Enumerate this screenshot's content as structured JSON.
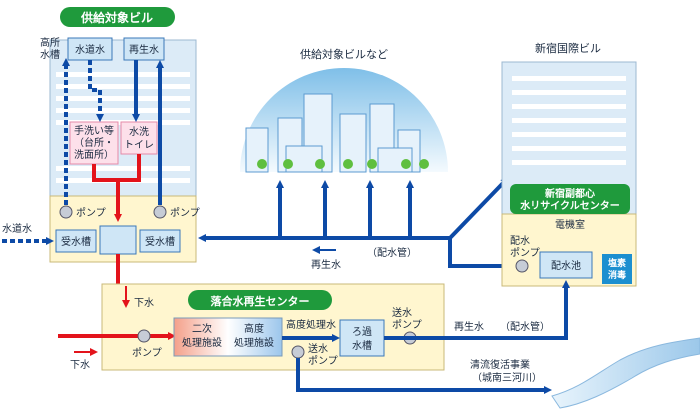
{
  "supply_building": {
    "title": "供給対象ビル",
    "elevated_tank_line1": "高所",
    "elevated_tank_line2": "水槽",
    "tap_water_tank": "水道水",
    "recycled_tank": "再生水",
    "washroom_line1": "手洗い等",
    "washroom_line2": "（台所・",
    "washroom_line3": "洗面所）",
    "toilet_line1": "水洗",
    "toilet_line2": "トイレ",
    "pump_left": "ポンプ",
    "pump_right": "ポンプ",
    "receiving_tank_left": "受水槽",
    "receiving_tank_right": "受水槽",
    "tap_water_in": "水道水"
  },
  "skyline": {
    "title": "供給対象ビルなど"
  },
  "shinjuku_building": {
    "title": "新宿国際ビル",
    "center_line1": "新宿副都心",
    "center_line2": "水リサイクルセンター",
    "electric_room": "電機室",
    "dist_pump_line1": "配水",
    "dist_pump_line2": "ポンプ",
    "reservoir": "配水池",
    "chlorine_line1": "塩素",
    "chlorine_line2": "消毒"
  },
  "pipes": {
    "recycled_water_mid": "再生水",
    "distribution_pipe_mid": "（配水管）",
    "recycled_water_right": "再生水",
    "distribution_pipe_right": "（配水管）"
  },
  "ochiai": {
    "title": "落合水再生センター",
    "sewage_top": "下水",
    "sewage_in": "下水",
    "pump": "ポンプ",
    "secondary_line1": "二次",
    "secondary_line2": "処理施設",
    "advanced_line1": "高度",
    "advanced_line2": "処理施設",
    "advanced_water": "高度処理水",
    "filter_line1": "ろ過",
    "filter_line2": "水槽",
    "send_pump_line1": "送水",
    "send_pump_line2": "ポンプ",
    "send_pump2_line1": "送水",
    "send_pump2_line2": "ポンプ"
  },
  "river": {
    "line1": "清流復活事業",
    "line2": "（城南三河川）"
  },
  "colors": {
    "blue": "#0d4aa6",
    "red": "#e3131b",
    "green": "#1f9a3c",
    "light_blue": "#cfe6f6",
    "yellow_bg": "#fff6cf"
  }
}
